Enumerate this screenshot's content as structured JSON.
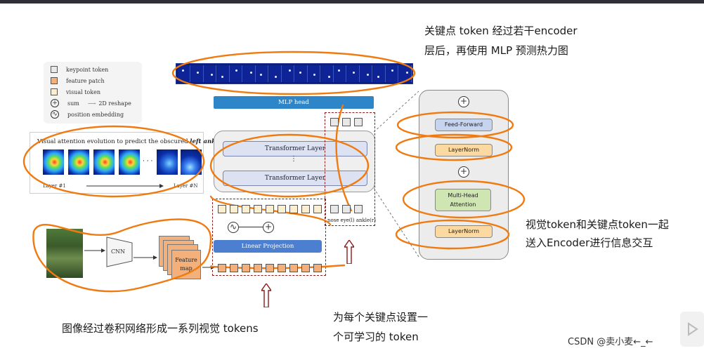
{
  "annotations": {
    "top_right_line1": "关键点 token 经过若干encoder",
    "top_right_line2": "层后，再使用 MLP 预测热力图",
    "right_line1": "视觉token和关键点token一起",
    "right_line2": "送入Encoder进行信息交互",
    "bottom_left": "图像经过卷积网络形成一系列视觉 tokens",
    "bottom_mid_line1": "为每个关键点设置一",
    "bottom_mid_line2": "个可学习的 token"
  },
  "legend": {
    "keypoint_token": "keypoint token",
    "feature_patch": "feature patch",
    "visual_token": "visual token",
    "sum": "sum",
    "reshape": "2D reshape",
    "position_embedding": "position embedding"
  },
  "attention_panel": {
    "title_prefix": "Visual attention evolution to predict the obscured",
    "title_emph": "left ankle",
    "first_layer": "Layer #1",
    "last_layer": "Layer #N",
    "ellipsis": "· · ·"
  },
  "model": {
    "mlp_head": "MLP head",
    "transformer_layer": "Transformer Layer",
    "dots": "⋮",
    "linear_projection": "Linear Projection",
    "cnn": "CNN",
    "feature_map_line1": "Feature",
    "feature_map_line2": "map",
    "keypoint_labels": "nose eye(l) ankle(r)"
  },
  "encoder": {
    "feed_forward": "Feed-Forward",
    "layernorm_top": "LayerNorm",
    "mha_line1": "Multi-Head",
    "mha_line2": "Attention",
    "layernorm_bottom": "LayerNorm"
  },
  "watermark": "CSDN @卖小麦←_←",
  "colors": {
    "annotation_orange": "#f07a10",
    "arrow_red": "#8b1a1a",
    "mlp_blue": "#2e86c8",
    "linear_blue": "#4d7fd1"
  }
}
